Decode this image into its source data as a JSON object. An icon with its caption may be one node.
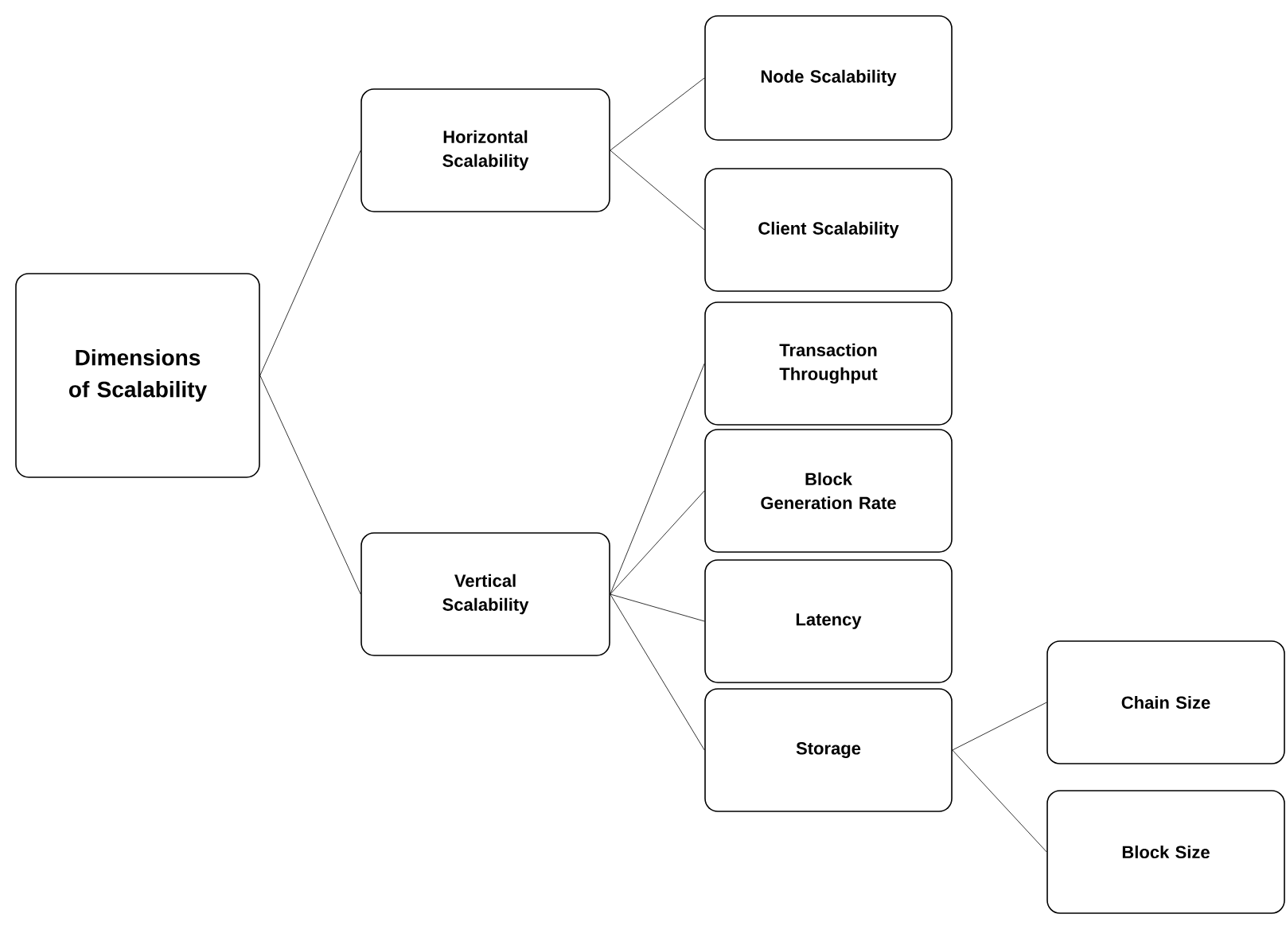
{
  "diagram": {
    "nodes": [
      {
        "text": [
          "Dimensions of Scalability"
        ]
      },
      {
        "text": [
          "Horizontal Scalability"
        ]
      },
      {
        "text": [
          "Vertical Scalability"
        ]
      },
      {
        "text": [
          "Node Scalability"
        ]
      },
      {
        "text": [
          "Client Scalability"
        ]
      },
      {
        "text": [
          "Transaction Throughput"
        ]
      },
      {
        "text": [
          "Block Generation Rate"
        ]
      },
      {
        "text": [
          "Latency"
        ]
      },
      {
        "text": [
          "Storage"
        ]
      },
      {
        "text": [
          "Chain Size"
        ]
      },
      {
        "text": [
          "Block Size"
        ]
      }
    ],
    "edges": [
      {
        "from": 0,
        "to": 1,
        "arrow": "none"
      },
      {
        "from": 0,
        "to": 2,
        "arrow": "none"
      },
      {
        "from": 1,
        "to": 3,
        "arrow": "none"
      },
      {
        "from": 1,
        "to": 4,
        "arrow": "none"
      },
      {
        "from": 2,
        "to": 5,
        "arrow": "none"
      },
      {
        "from": 2,
        "to": 6,
        "arrow": "none"
      },
      {
        "from": 2,
        "to": 7,
        "arrow": "none"
      },
      {
        "from": 2,
        "to": 8,
        "arrow": "none"
      },
      {
        "from": 8,
        "to": 9,
        "arrow": "none"
      },
      {
        "from": 8,
        "to": 10,
        "arrow": "none"
      }
    ]
  }
}
